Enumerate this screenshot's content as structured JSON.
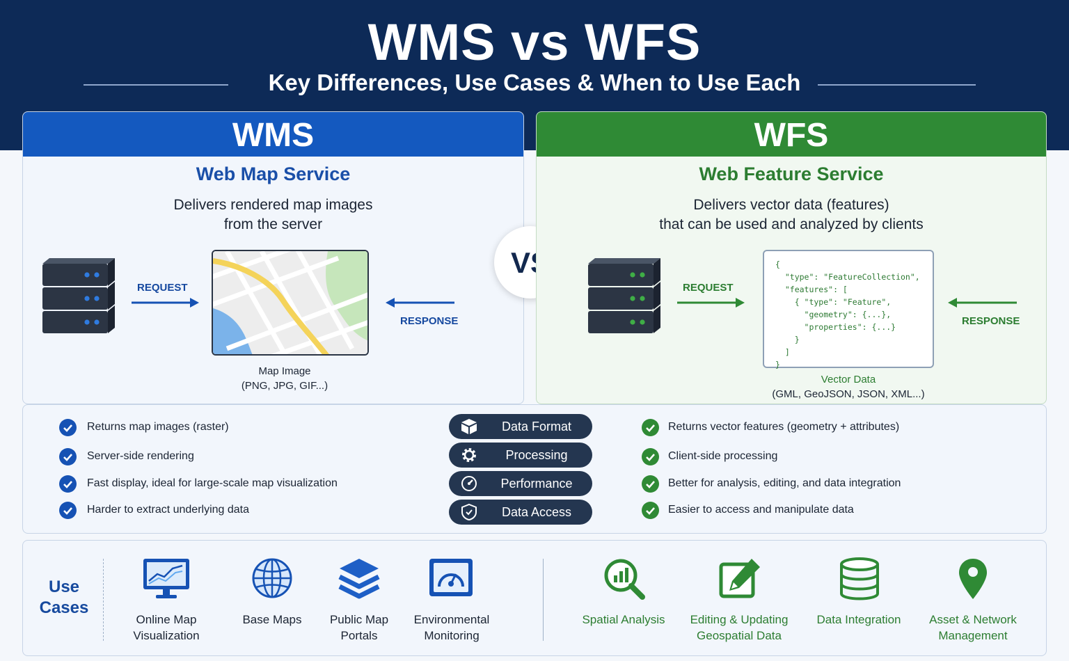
{
  "header": {
    "title": "WMS vs WFS",
    "subtitle": "Key Differences, Use Cases & When to Use Each"
  },
  "wms": {
    "abbr": "WMS",
    "name": "Web Map Service",
    "desc_line1": "Delivers rendered map images",
    "desc_line2": "from the server",
    "request_label": "REQUEST",
    "response_label": "RESPONSE",
    "output_title": "Map Image",
    "output_formats": "(PNG, JPG, GIF...)"
  },
  "vs_label": "VS",
  "wfs": {
    "abbr": "WFS",
    "name": "Web Feature Service",
    "desc_line1": "Delivers vector data (features)",
    "desc_line2": "that can be used and analyzed by clients",
    "request_label": "REQUEST",
    "response_label": "RESPONSE",
    "code_sample": "{\n  \"type\": \"FeatureCollection\",\n  \"features\": [\n    { \"type\": \"Feature\",\n      \"geometry\": {...},\n      \"properties\": {...}\n    }\n  ]\n}",
    "output_title": "Vector Data",
    "output_formats": "(GML, GeoJSON, JSON, XML...)"
  },
  "comparison": {
    "wms_points": [
      "Returns map images (raster)",
      "Server-side rendering",
      "Fast display, ideal for large-scale map visualization",
      "Harder to extract underlying data"
    ],
    "categories": [
      {
        "label": "Data Format",
        "icon": "cube-icon"
      },
      {
        "label": "Processing",
        "icon": "gear-icon"
      },
      {
        "label": "Performance",
        "icon": "gauge-icon"
      },
      {
        "label": "Data Access",
        "icon": "shield-icon"
      }
    ],
    "wfs_points": [
      "Returns vector features (geometry + attributes)",
      "Client-side processing",
      "Better for analysis, editing, and data integration",
      "Easier to access and manipulate data"
    ]
  },
  "use_cases": {
    "title_line1": "Use",
    "title_line2": "Cases",
    "wms_items": [
      {
        "line1": "Online Map",
        "line2": "Visualization",
        "icon": "monitor-chart-icon"
      },
      {
        "line1": "Base Maps",
        "line2": "",
        "icon": "globe-icon"
      },
      {
        "line1": "Public Map",
        "line2": "Portals",
        "icon": "layers-icon"
      },
      {
        "line1": "Environmental",
        "line2": "Monitoring",
        "icon": "dashboard-icon"
      }
    ],
    "wfs_items": [
      {
        "line1": "Spatial Analysis",
        "line2": "",
        "icon": "magnifier-chart-icon"
      },
      {
        "line1": "Editing & Updating",
        "line2": "Geospatial Data",
        "icon": "edit-icon"
      },
      {
        "line1": "Data Integration",
        "line2": "",
        "icon": "database-icon"
      },
      {
        "line1": "Asset & Network",
        "line2": "Management",
        "icon": "map-pin-icon"
      }
    ]
  },
  "colors": {
    "header_bg": "#0d2a57",
    "wms_accent": "#1459bf",
    "wfs_accent": "#2f8a35",
    "pill_bg": "#243650"
  }
}
